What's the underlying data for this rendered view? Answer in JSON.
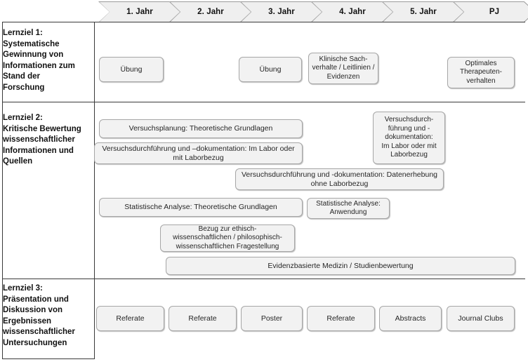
{
  "diagram": {
    "title_row": {
      "name": "timeline-phases",
      "phases": [
        {
          "label": "1. Jahr"
        },
        {
          "label": "2. Jahr"
        },
        {
          "label": "3. Jahr"
        },
        {
          "label": "4. Jahr"
        },
        {
          "label": "5. Jahr"
        },
        {
          "label": "PJ"
        }
      ]
    },
    "rows": [
      {
        "id": "lernziel-1",
        "label": "Lernziel 1: Systematische Gewinnung von Informationen zum Stand der Forschung",
        "boxes": [
          {
            "id": "uebung-1",
            "text": "Übung"
          },
          {
            "id": "uebung-2",
            "text": "Übung"
          },
          {
            "id": "klinische-sachverhalte",
            "text": "Klinische Sach-\nverhalte / Leitlinien /\nEvidenzen"
          },
          {
            "id": "optimales-therapeutenverhalten",
            "text": "Optimales\nTherapeuten-\nverhalten"
          }
        ]
      },
      {
        "id": "lernziel-2",
        "label": "Lernziel 2: Kritische Bewertung wissenschaftlicher Informationen und Quellen",
        "boxes": [
          {
            "id": "versuchsplanung-theorie",
            "text": "Versuchsplanung: Theoretische Grundlagen"
          },
          {
            "id": "versuchsdurchfuehrung-labor",
            "text": "Versuchsdurchführung und –dokumentation: Im Labor oder\nmit Laborbezug"
          },
          {
            "id": "versuchsdurchfuehrung-labor-pj",
            "text": "Versuchsdurch-\nführung und -\ndokumentation:\nIm Labor oder mit\nLaborbezug"
          },
          {
            "id": "versuchsdurchfuehrung-datenerhebung",
            "text": "Versuchsdurchführung und -dokumentation: Datenerhebung\nohne Laborbezug"
          },
          {
            "id": "statistische-analyse-theorie",
            "text": "Statistische Analyse: Theoretische Grundlagen"
          },
          {
            "id": "statistische-analyse-anwendung",
            "text": "Statistische Analyse:\nAnwendung"
          },
          {
            "id": "bezug-ethisch-philosophisch",
            "text": "Bezug zur ethisch-\nwissenschaftlichen / philosophisch-\nwissenschaftlichen Fragestellung"
          },
          {
            "id": "evidenzbasierte-medizin",
            "text": "Evidenzbasierte Medizin / Studienbewertung"
          }
        ]
      },
      {
        "id": "lernziel-3",
        "label": "Lernziel 3: Präsentation und Diskussion von Ergebnissen wissenschaftlicher Untersuchungen",
        "boxes": [
          {
            "id": "referate-1",
            "text": "Referate"
          },
          {
            "id": "referate-2",
            "text": "Referate"
          },
          {
            "id": "poster",
            "text": "Poster"
          },
          {
            "id": "referate-3",
            "text": "Referate"
          },
          {
            "id": "abstracts",
            "text": "Abstracts"
          },
          {
            "id": "journal-clubs",
            "text": "Journal Clubs"
          }
        ]
      }
    ],
    "labels": {
      "lernziel_1_lines": [
        "Lernziel 1:",
        "Systematische",
        "Gewinnung von",
        "Informationen zum",
        "Stand der",
        "Forschung"
      ],
      "lernziel_2_lines": [
        "Lernziel 2:",
        "Kritische Bewertung",
        "wissenschaftlicher",
        "Informationen und",
        "Quellen"
      ],
      "lernziel_3_lines": [
        "Lernziel 3:",
        "Präsentation und",
        "Diskussion von",
        "Ergebnissen",
        "wissenschaftlicher",
        "Untersuchungen"
      ]
    },
    "colors": {
      "box_fill": "#f2f2f2",
      "box_border": "#a6a6a6",
      "chevron_fill": "#efefef",
      "chevron_border": "#9a9a9a",
      "table_border": "#3a3a3a",
      "text": "#262626"
    }
  }
}
